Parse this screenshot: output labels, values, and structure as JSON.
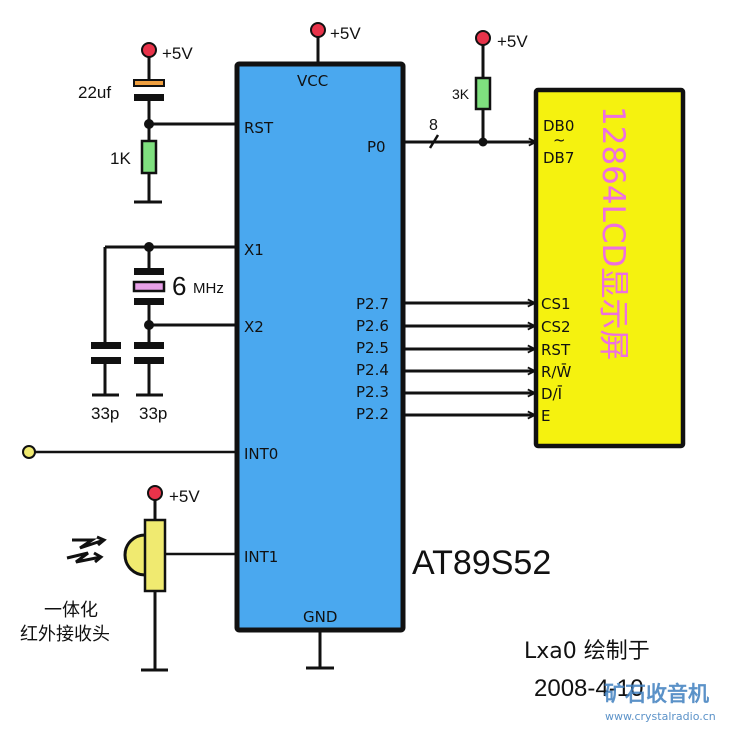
{
  "mcu": {
    "name": "AT89S52",
    "fill": "#4aa8ef",
    "pins_left": [
      "RST",
      "X1",
      "X2",
      "INT0",
      "INT1"
    ],
    "pin_top": "VCC",
    "pin_bottom": "GND",
    "pin_p0": "P0",
    "pins_p2": [
      "P2.7",
      "P2.6",
      "P2.5",
      "P2.4",
      "P2.3",
      "P2.2"
    ]
  },
  "lcd": {
    "title": "12864LCD显示屏",
    "fill": "#f5f20f",
    "title_color": "#ee6fe0",
    "data_bus": [
      "DB0",
      "~",
      "DB7"
    ],
    "ctrl_pins": [
      "CS1",
      "CS2",
      "RST",
      "R/W̄",
      "D/Ī",
      "E"
    ]
  },
  "bus_width": "8",
  "power": {
    "label": "+5V",
    "color": "#e8334a"
  },
  "components": {
    "reset_cap": "22uf",
    "reset_res": "1K",
    "pullup_res": "3K",
    "crystal_num": "6",
    "crystal_unit": "MHz",
    "cap1": "33p",
    "cap2": "33p",
    "ir_receiver": [
      "一体化",
      "红外接收头"
    ]
  },
  "credit": {
    "author": "Lxa0  绘制于",
    "date": "2008-4-10"
  },
  "watermark": {
    "title": "矿石收音机",
    "url": "www.crystalradio.cn",
    "color": "#3f7fbf"
  }
}
